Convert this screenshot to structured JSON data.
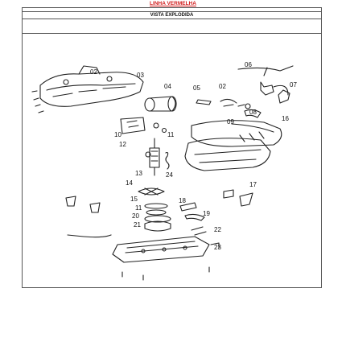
{
  "header": {
    "title": "LINHA VERMELHA",
    "subtitle": "VISTA EXPLODIDA"
  },
  "part_numbers": [
    "02",
    "03",
    "04",
    "05",
    "02",
    "06",
    "07",
    "08",
    "09",
    "16",
    "10",
    "11",
    "12",
    "13",
    "24",
    "14",
    "15",
    "11",
    "20",
    "21",
    "18",
    "19",
    "17",
    "22",
    "23"
  ],
  "colors": {
    "title": "#d11a1a",
    "line": "#222222"
  }
}
